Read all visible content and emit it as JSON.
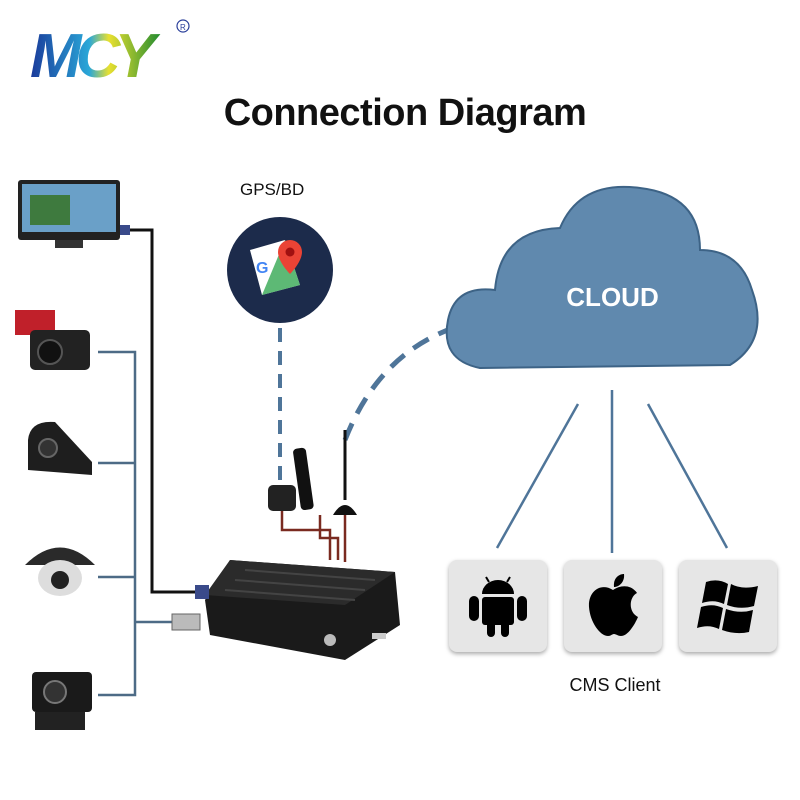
{
  "logo": {
    "text": "MCY",
    "registered": "®"
  },
  "title": "Connection Diagram",
  "gps": {
    "label": "GPS/BD",
    "icon": "google-maps-icon"
  },
  "cloud": {
    "label": "CLOUD",
    "fill": "#6089ae"
  },
  "cms": {
    "label": "CMS Client",
    "clients": [
      "android-icon",
      "apple-icon",
      "windows-icon"
    ]
  },
  "colors": {
    "camera_wire": "#4d6b86",
    "cloud_link": "#4f7599",
    "dvr": "#1a1a1a",
    "gps_bg": "#1c2b4b"
  }
}
